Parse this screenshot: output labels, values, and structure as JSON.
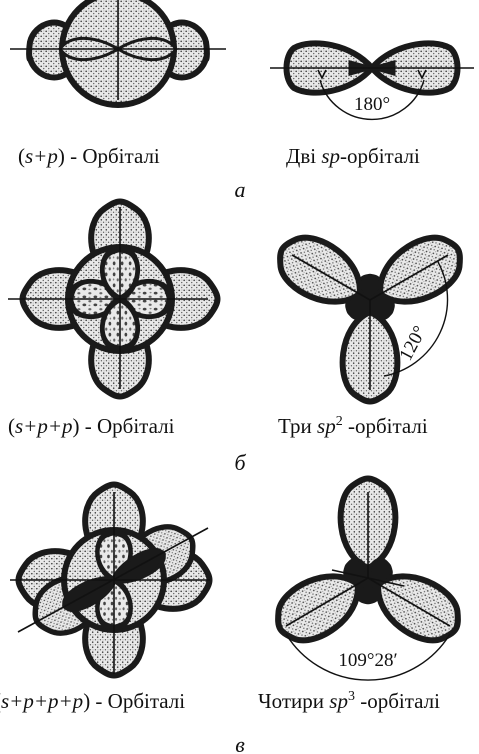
{
  "panels": [
    {
      "letter": "a",
      "left_caption": {
        "prefix": "(",
        "math": "s+p",
        "suffix": ") - Орбіталі"
      },
      "right_caption": {
        "prefix": "Дві ",
        "math": "sp",
        "suffix": "-орбіталі"
      },
      "angle": "180°"
    },
    {
      "letter": "б",
      "left_caption": {
        "prefix": "(",
        "math": "s+p+p",
        "suffix": ") - Орбіталі"
      },
      "right_caption": {
        "prefix": "Три ",
        "math": "sp",
        "sup": "2",
        "suffix": " -орбіталі"
      },
      "angle": "120°"
    },
    {
      "letter": "в",
      "left_caption": {
        "prefix": "(",
        "math": "s+p+p+p",
        "suffix": ") - Орбіталі"
      },
      "right_caption": {
        "prefix": "Чотири ",
        "math": "sp",
        "sup": "3",
        "suffix": " -орбіталі"
      },
      "angle": "109°28′"
    }
  ]
}
